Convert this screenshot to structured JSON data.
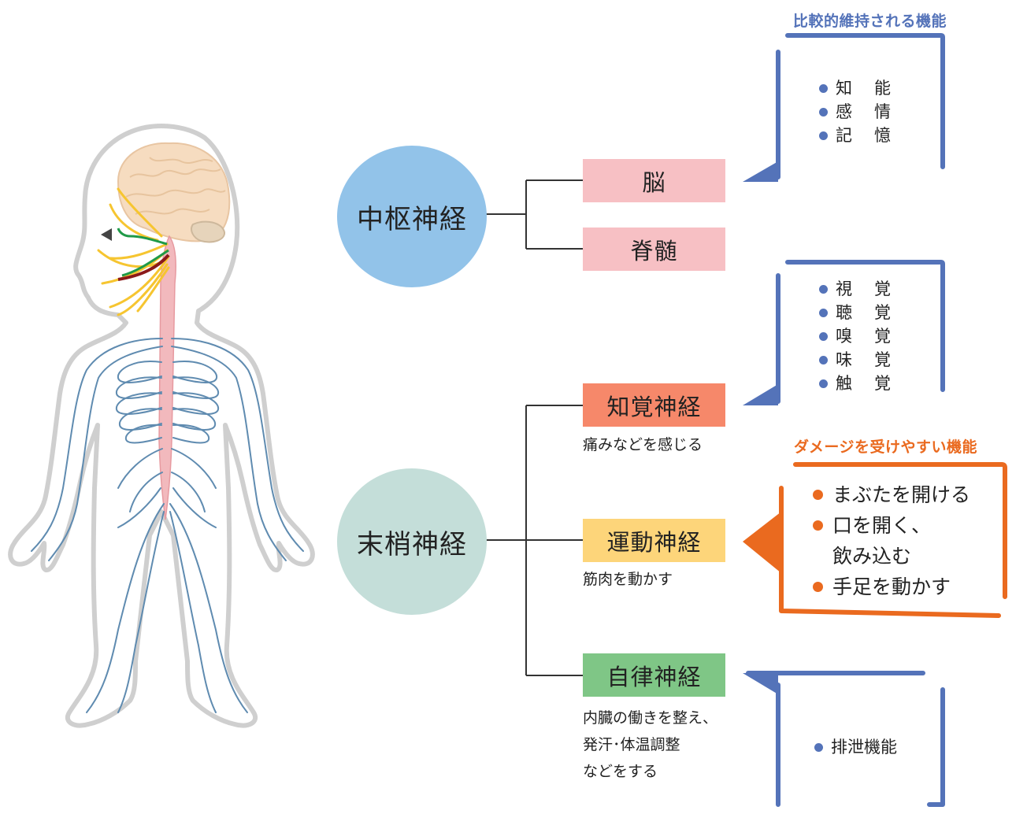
{
  "central": {
    "label": "中枢神経",
    "color": "#92c3e9",
    "parts": [
      {
        "label": "脳",
        "color": "#f7c0c4"
      },
      {
        "label": "脊髄",
        "color": "#f7c0c4"
      }
    ]
  },
  "peripheral": {
    "label": "末梢神経",
    "color": "#c4ded9",
    "parts": [
      {
        "label": "知覚神経",
        "color": "#f6886a",
        "desc": "痛みなどを感じる"
      },
      {
        "label": "運動神経",
        "color": "#fdd57a",
        "desc": "筋肉を動かす"
      },
      {
        "label": "自律神経",
        "color": "#7fc686",
        "desc": "内臓の働きを整え、\n発汗･体温調整\nなどをする"
      }
    ]
  },
  "callouts": {
    "maintained": {
      "title": "比較的維持される機能",
      "color": "#5473b9",
      "items": [
        {
          "a": "知",
          "b": "能"
        },
        {
          "a": "感",
          "b": "情"
        },
        {
          "a": "記",
          "b": "憶"
        }
      ]
    },
    "senses": {
      "color": "#5473b9",
      "items": [
        {
          "a": "視",
          "b": "覚"
        },
        {
          "a": "聴",
          "b": "覚"
        },
        {
          "a": "嗅",
          "b": "覚"
        },
        {
          "a": "味",
          "b": "覚"
        },
        {
          "a": "触",
          "b": "覚"
        }
      ]
    },
    "vulnerable": {
      "title": "ダメージを受けやすい機能",
      "color": "#ea6a1f",
      "items": [
        "まぶたを開ける",
        "口を開く、\n飲み込む",
        "手足を動かす"
      ]
    },
    "autonomic": {
      "color": "#5473b9",
      "items": [
        "排泄機能"
      ]
    }
  },
  "colors": {
    "line": "#333333",
    "nerve": "#5f8bb0",
    "spine": "#f2b9bd",
    "brain": "#f6dcc0",
    "cranial_nerve": "#f6c530"
  }
}
